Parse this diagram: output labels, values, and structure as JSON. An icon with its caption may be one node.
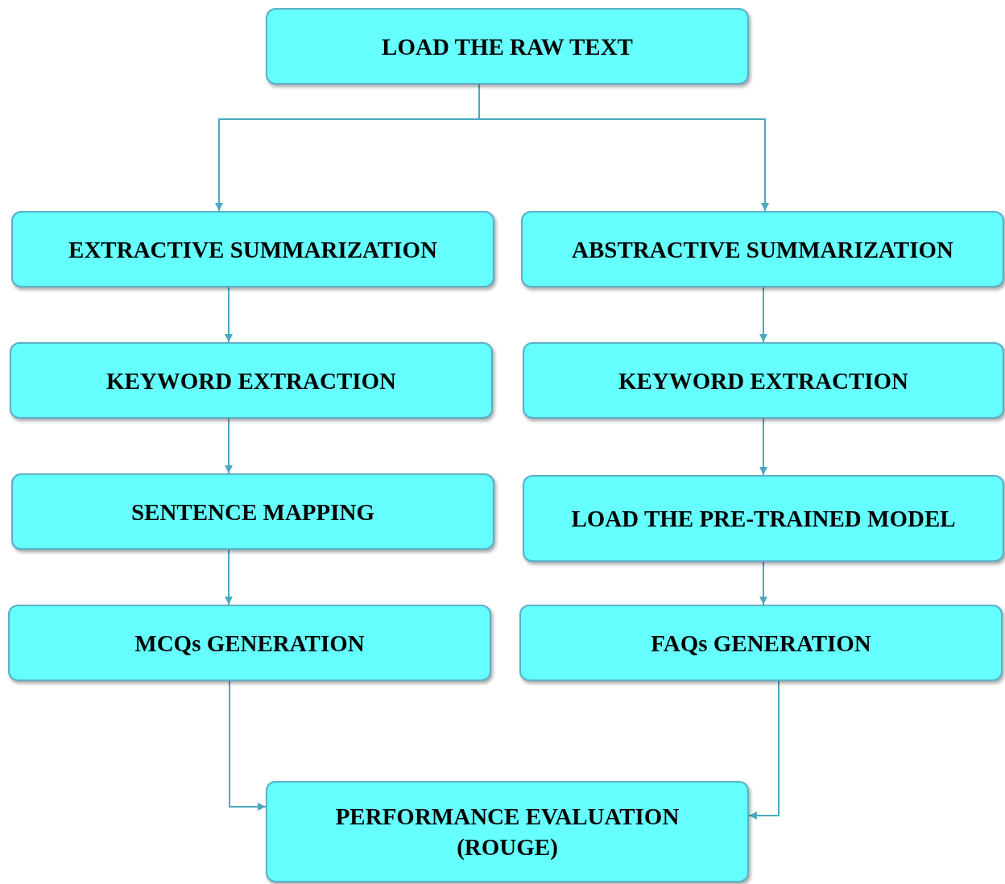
{
  "diagram": {
    "nodes": [
      {
        "text": [
          "LOAD THE RAW TEXT"
        ]
      },
      {
        "text": [
          "EXTRACTIVE SUMMARIZATION"
        ]
      },
      {
        "text": [
          "ABSTRACTIVE SUMMARIZATION"
        ]
      },
      {
        "text": [
          "KEYWORD EXTRACTION"
        ]
      },
      {
        "text": [
          "KEYWORD EXTRACTION"
        ]
      },
      {
        "text": [
          "SENTENCE MAPPING"
        ]
      },
      {
        "text": [
          "LOAD THE PRE-TRAINED MODEL"
        ]
      },
      {
        "text": [
          "MCQs GENERATION"
        ]
      },
      {
        "text": [
          "FAQs GENERATION"
        ]
      },
      {
        "text": [
          "PERFORMANCE EVALUATION (ROUGE)"
        ]
      }
    ],
    "edges": [
      {
        "from": 0,
        "to": 1,
        "arrow": "to"
      },
      {
        "from": 0,
        "to": 2,
        "arrow": "to"
      },
      {
        "from": 1,
        "to": 3,
        "arrow": "to"
      },
      {
        "from": 3,
        "to": 5,
        "arrow": "to"
      },
      {
        "from": 5,
        "to": 7,
        "arrow": "to"
      },
      {
        "from": 2,
        "to": 4,
        "arrow": "to"
      },
      {
        "from": 4,
        "to": 6,
        "arrow": "to"
      },
      {
        "from": 6,
        "to": 8,
        "arrow": "to"
      },
      {
        "from": 7,
        "to": 9,
        "arrow": "to"
      },
      {
        "from": 8,
        "to": 9,
        "arrow": "to"
      }
    ]
  }
}
